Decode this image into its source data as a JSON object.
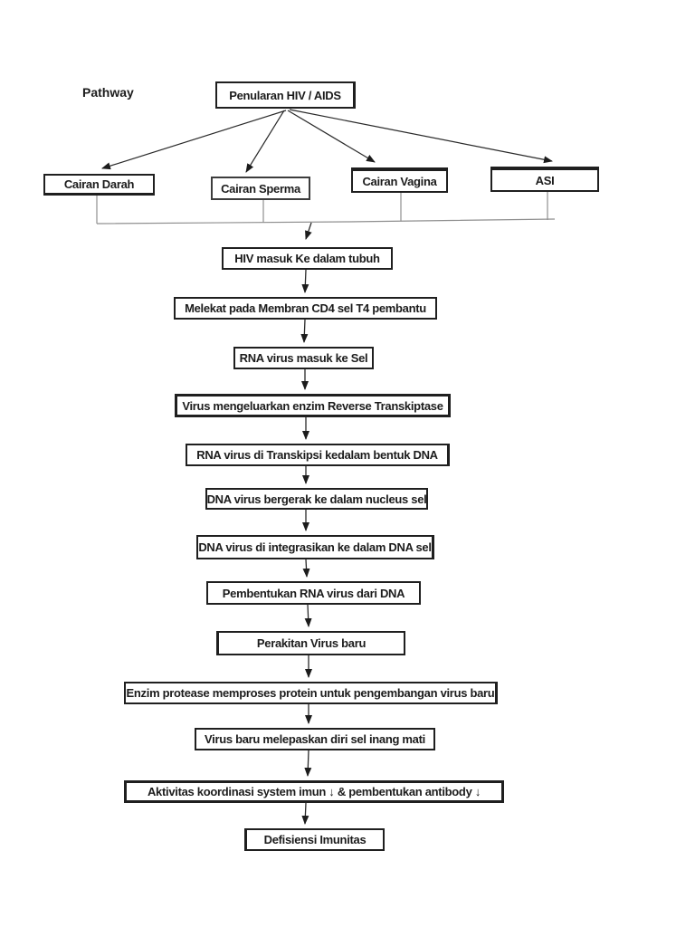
{
  "page": {
    "pathway_label": "Pathway"
  },
  "flowchart": {
    "root": {
      "label": "Penularan HIV / AIDS"
    },
    "sources": [
      {
        "label": "Cairan Darah"
      },
      {
        "label": "Cairan Sperma"
      },
      {
        "label": "Cairan Vagina"
      },
      {
        "label": "ASI"
      }
    ],
    "chain": [
      {
        "label": "HIV masuk Ke dalam tubuh"
      },
      {
        "label": "Melekat pada Membran CD4 sel T4 pembantu"
      },
      {
        "label": "RNA virus masuk ke Sel"
      },
      {
        "label": "Virus mengeluarkan enzim Reverse Transkiptase"
      },
      {
        "label": "RNA virus di Transkipsi kedalam bentuk DNA"
      },
      {
        "label": "DNA virus bergerak ke dalam nucleus sel"
      },
      {
        "label": "DNA virus di integrasikan ke dalam DNA sel"
      },
      {
        "label": "Pembentukan RNA virus dari DNA"
      },
      {
        "label": "Perakitan Virus baru"
      },
      {
        "label": "Enzim protease memproses protein untuk pengembangan virus baru"
      },
      {
        "label": "Virus baru melepaskan diri sel inang mati"
      },
      {
        "label": "Aktivitas koordinasi system imun ↓ & pembentukan antibody ↓"
      },
      {
        "label": "Defisiensi Imunitas"
      }
    ],
    "colors": {
      "box_border": "#1f1f1f",
      "text": "#1c1c1c",
      "arrow": "#2a2a2a",
      "collector_line": "#8f8f8f",
      "background": "#ffffff"
    }
  }
}
